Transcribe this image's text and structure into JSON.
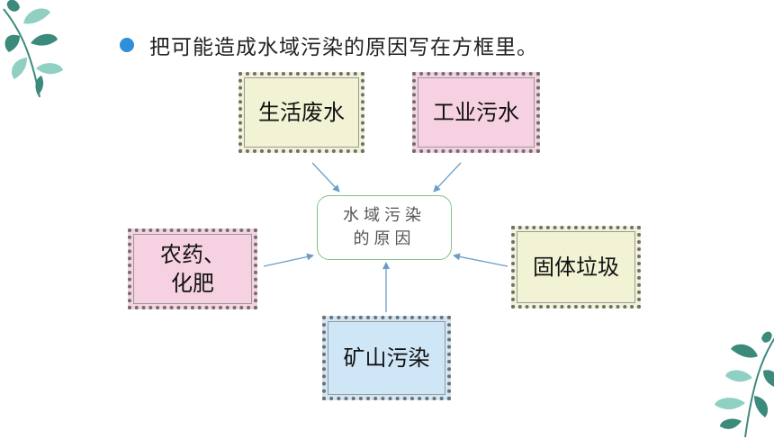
{
  "instruction": "把可能造成水域污染的原因写在方框里。",
  "center": {
    "line1": "水域污染",
    "line2": "的原因"
  },
  "boxes": {
    "top_left": {
      "text": "生活废水"
    },
    "top_right": {
      "text": "工业污水"
    },
    "left": {
      "line1": "农药、",
      "line2": "化肥"
    },
    "right": {
      "text": "固体垃圾"
    },
    "bottom": {
      "text": "矿山污染"
    }
  },
  "colors": {
    "bullet": "#2f8fd8",
    "yellow_box": "#f2f3d4",
    "pink_box": "#f6d1e2",
    "blue_box": "#cfe6f6",
    "center_border": "#7fc38a",
    "arrow": "#6a9ec6",
    "leaf": "#3c8a7c"
  }
}
